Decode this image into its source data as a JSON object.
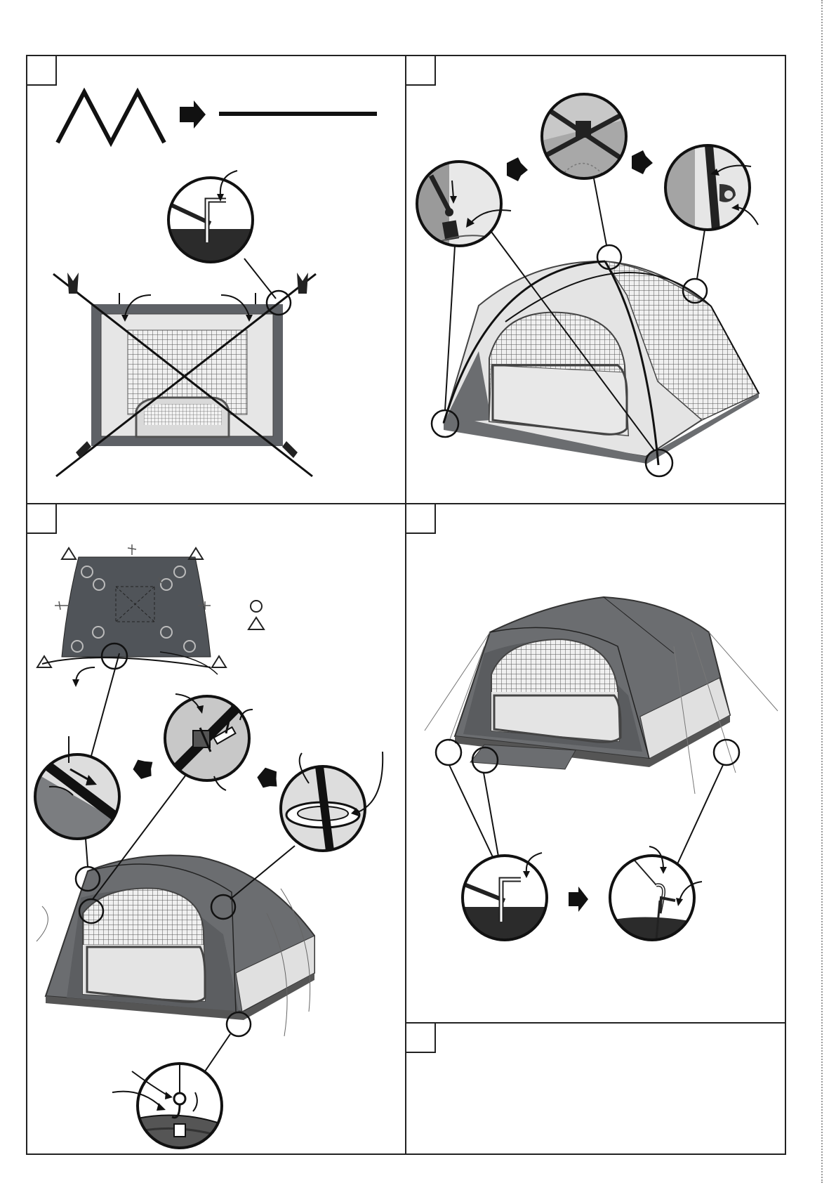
{
  "document": {
    "type": "tent-assembly-instructions",
    "panels": [
      {
        "id": "panel-1",
        "step_label": "",
        "content": "pole-unfolding-and-inner-tent-layout"
      },
      {
        "id": "panel-2",
        "step_label": "",
        "content": "clip-attachment-to-poles"
      },
      {
        "id": "panel-3",
        "step_label": "",
        "content": "flysheet-attachment"
      },
      {
        "id": "panel-4",
        "step_label": "",
        "content": "guy-lines-and-pegging"
      },
      {
        "id": "panel-5",
        "step_label": "",
        "content": "empty"
      }
    ],
    "legend": {
      "circle_symbol": "circle",
      "triangle_symbol": "triangle"
    },
    "colors": {
      "frame": "#222222",
      "tent_dark": "#5d5f62",
      "tent_mid": "#8c8e91",
      "tent_light": "#e4e4e4",
      "mesh": "#6a6a6a",
      "ground": "#333333"
    }
  }
}
